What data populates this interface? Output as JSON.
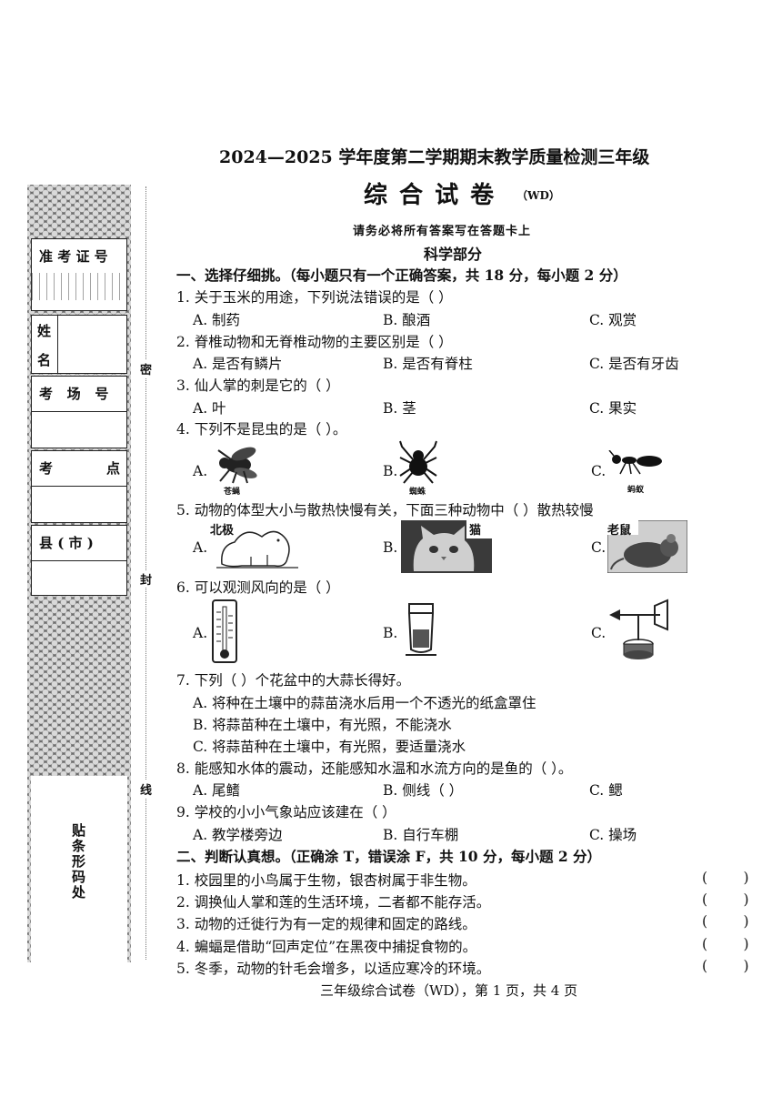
{
  "header": {
    "title": "2024—2025 学年度第二学期期末教学质量检测三年级",
    "subtitle": "综 合 试 卷",
    "version": "（WD）",
    "instruction": "请务必将所有答案写在答题卡上",
    "section": "科学部分"
  },
  "sidebar": {
    "exam_id": "准 考 证 号",
    "name_1": "姓",
    "name_2": "名",
    "room": "考   场   号",
    "site_1": "考",
    "site_2": "点",
    "county": "县 ( 市 )",
    "barcode": "贴条形码处",
    "seal_mi": "密",
    "seal_feng": "封",
    "seal_xian": "线"
  },
  "part1": {
    "heading": "一、选择仔细挑。（每小题只有一个正确答案，共 18 分，每小题 2 分）",
    "q1": {
      "stem": "1. 关于玉米的用途，下列说法错误的是（        ）",
      "a": "A. 制药",
      "b": "B. 酿酒",
      "c": "C. 观赏"
    },
    "q2": {
      "stem": "2. 脊椎动物和无脊椎动物的主要区别是（        ）",
      "a": "A. 是否有鳞片",
      "b": "B. 是否有脊柱",
      "c": "C. 是否有牙齿"
    },
    "q3": {
      "stem": "3. 仙人掌的刺是它的（        ）",
      "a": "A. 叶",
      "b": "B. 茎",
      "c": "C. 果实"
    },
    "q4": {
      "stem": "4. 下列不是昆虫的是（        ）。",
      "a": "A.",
      "b": "B.",
      "c": "C.",
      "cap_a": "苍蝇",
      "cap_b": "蜘蛛",
      "cap_c": "蚂蚁"
    },
    "q5": {
      "stem": "5. 动物的体型大小与散热快慢有关，下面三种动物中（         ）散热较慢",
      "a": "A.",
      "b": "B.",
      "c": "C.",
      "cap_a": "北极",
      "cap_b": "猫",
      "cap_c": "老鼠"
    },
    "q6": {
      "stem": "6. 可以观测风向的是（        ）",
      "a": "A.",
      "b": "B.",
      "c": "C."
    },
    "q7": {
      "stem": "7. 下列（        ）个花盆中的大蒜长得好。",
      "a": "A. 将种在土壤中的蒜苗浇水后用一个不透光的纸盒罩住",
      "b": "B. 将蒜苗种在土壤中，有光照，不能浇水",
      "c": "C. 将蒜苗种在土壤中，有光照，要适量浇水"
    },
    "q8": {
      "stem": "8. 能感知水体的震动，还能感知水温和水流方向的是鱼的（        ）。",
      "a": "A. 尾鳍",
      "b": "B. 侧线（        ）",
      "c": "C. 鳃"
    },
    "q9": {
      "stem": "9. 学校的小小气象站应该建在（        ）",
      "a": "A. 教学楼旁边",
      "b": "B. 自行车棚",
      "c": "C. 操场"
    }
  },
  "part2": {
    "heading": "二、判断认真想。（正确涂 T，错误涂 F，共 10 分，每小题 2 分）",
    "items": [
      "1. 校园里的小鸟属于生物，银杏树属于非生物。",
      "2. 调换仙人掌和莲的生活环境，二者都不能存活。",
      "3. 动物的迁徙行为有一定的规律和固定的路线。",
      "4. 蝙蝠是借助“回声定位”在黑夜中捕捉食物的。",
      "5. 冬季，动物的针毛会增多，以适应寒冷的环境。"
    ],
    "bracket": "(        )"
  },
  "footer": "三年级综合试卷（WD），第 1 页，共 4 页"
}
